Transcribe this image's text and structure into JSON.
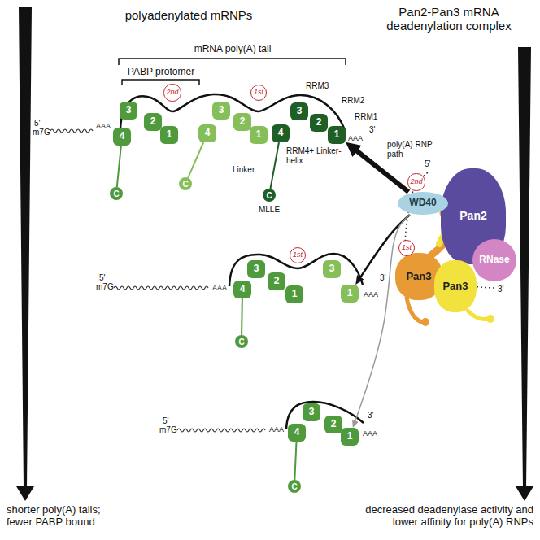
{
  "diagram": {
    "nodes": [
      {
        "text": [
          "2nd"
        ]
      },
      {
        "text": [
          "3"
        ]
      },
      {
        "text": [
          "4"
        ]
      },
      {
        "text": [
          "2"
        ]
      },
      {
        "text": [
          "1"
        ]
      },
      {
        "text": [
          "4"
        ]
      },
      {
        "text": [
          "3"
        ]
      },
      {
        "text": [
          "2"
        ]
      },
      {
        "text": [
          "1"
        ]
      },
      {
        "text": [
          "1st"
        ]
      },
      {
        "text": [
          "4"
        ]
      },
      {
        "text": [
          "3"
        ]
      },
      {
        "text": [
          "2"
        ]
      },
      {
        "text": [
          "1"
        ]
      },
      {
        "text": [
          "C"
        ]
      },
      {
        "text": [
          "C"
        ]
      },
      {
        "text": [
          "C"
        ]
      },
      {
        "text": [
          "3"
        ]
      },
      {
        "text": [
          "4"
        ]
      },
      {
        "text": [
          "2"
        ]
      },
      {
        "text": [
          "1"
        ]
      },
      {
        "text": [
          "1st"
        ]
      },
      {
        "text": [
          "3"
        ]
      },
      {
        "text": [
          "1"
        ]
      },
      {
        "text": [
          "C"
        ]
      },
      {
        "text": [
          "3"
        ]
      },
      {
        "text": [
          "4"
        ]
      },
      {
        "text": [
          "2"
        ]
      },
      {
        "text": [
          "1"
        ]
      },
      {
        "text": [
          "C"
        ]
      },
      {
        "text": [
          "Pan2"
        ]
      },
      {
        "text": [
          "WD40"
        ]
      },
      {
        "text": [
          "Pan3"
        ]
      },
      {
        "text": [
          "Pan3"
        ]
      },
      {
        "text": [
          "RNase"
        ]
      },
      {
        "text": [
          "2nd"
        ]
      },
      {
        "text": [
          "1st"
        ]
      }
    ],
    "edges": [
      {
        "from": 31,
        "to": 13,
        "arrow": "to"
      },
      {
        "from": 31,
        "to": 23,
        "arrow": "to"
      },
      {
        "from": 31,
        "to": 28,
        "arrow": "to"
      },
      {
        "from": 2,
        "to": 14,
        "arrow": "none"
      },
      {
        "from": 5,
        "to": 15,
        "arrow": "none"
      },
      {
        "from": 10,
        "to": 16,
        "arrow": "none"
      },
      {
        "from": 18,
        "to": 24,
        "arrow": "none"
      },
      {
        "from": 26,
        "to": 29,
        "arrow": "none"
      }
    ],
    "labels": [
      "polyadenylated mRNPs",
      "Pan2-Pan3 mRNA deadenylation complex",
      "mRNA poly(A) tail",
      "PABP protomer",
      "5'",
      "m7G",
      "AAA",
      "RRM3",
      "RRM2",
      "RRM1",
      "3'",
      "AAA",
      "RRM4+ Linker-helix",
      "Linker",
      "MLLE",
      "5'",
      "m7G",
      "AAA",
      "3'",
      "AAA",
      "5'",
      "m7G",
      "AAA",
      "3'",
      "AAA",
      "poly(A) RNP path",
      "5'",
      "3'",
      "shorter poly(A) tails; fewer PABP bound",
      "decreased deadenylase activity and lower affinity for poly(A) RNPs"
    ]
  }
}
